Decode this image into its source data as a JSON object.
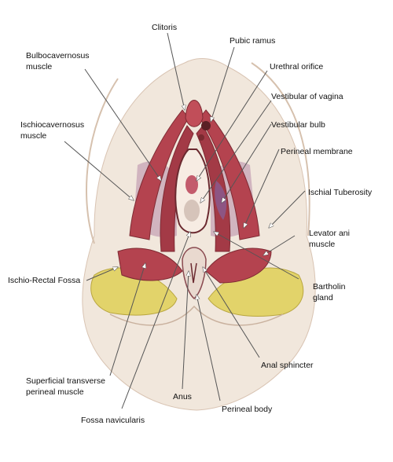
{
  "labels": {
    "clitoris": "Clitoris",
    "pubic_ramus": "Pubic ramus",
    "urethral_orifice": "Urethral orifice",
    "vestibular_of_vagina": "Vestibular of vagina",
    "vestibular_bulb": "Vestibular bulb",
    "perineal_membrane": "Perineal membrane",
    "ischial_tuberosity": "Ischial Tuberosity",
    "levator_ani_muscle": "Levator ani\nmuscle",
    "bartholin_gland": "Bartholin\ngland",
    "anal_sphincter": "Anal sphincter",
    "perineal_body": "Perineal body",
    "anus": "Anus",
    "fossa_navicularis": "Fossa navicularis",
    "superficial_transverse_perineal_muscle": "Superficial transverse\nperineal muscle",
    "ischio_rectal_fossa": "Ischio-Rectal Fossa",
    "ischiocavernosus_muscle": "Ischiocavernosus\nmuscle",
    "bulbocavernosus_muscle": "Bulbocavernosus\nmuscle"
  },
  "colors": {
    "skin": "#f1e7dc",
    "muscle": "#b4434f",
    "muscle_dark": "#7e2a33",
    "fat": "#e2d36a",
    "membrane": "#c9a7b8",
    "bulb": "#8a5a8e"
  }
}
